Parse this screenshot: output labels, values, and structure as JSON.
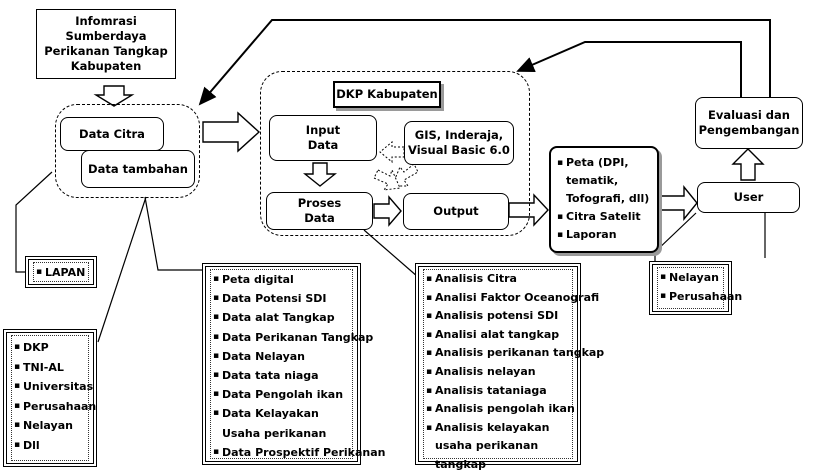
{
  "nodes": {
    "info_source": [
      "Infomrasi Sumberdaya",
      "Perikanan Tangkap",
      "Kabupaten"
    ],
    "data_citra": "Data Citra",
    "data_tambahan": "Data tambahan",
    "dkp_kabupaten": "DKP Kabupaten",
    "input_data": [
      "Input",
      "Data"
    ],
    "gis_tools": [
      "GIS, Inderaja,",
      "Visual Basic 6.0"
    ],
    "proses_data": [
      "Proses",
      "Data"
    ],
    "output": "Output",
    "peta_items": [
      "Peta (DPI, tematik, Tofografi, dll)",
      "Citra Satelit",
      "Laporan"
    ],
    "user": "User",
    "evaluasi": [
      "Evaluasi dan",
      "Pengembangan"
    ]
  },
  "lists": {
    "lapan": [
      "LAPAN"
    ],
    "sumber": [
      "DKP",
      "TNI-AL",
      "Universitas",
      "Perusahaan",
      "Nelayan",
      "Dll"
    ],
    "data_items": [
      "Peta digital",
      "Data Potensi SDI",
      "Data alat Tangkap",
      "Data Perikanan Tangkap",
      "Data Nelayan",
      "Data tata niaga",
      "Data Pengolah ikan",
      "Data Kelayakan Usaha perikanan",
      "Data Prospektif Perikanan"
    ],
    "analisis": [
      "Analisis Citra",
      "Analisi Faktor Oceanografi",
      "Analisis potensi SDI",
      "Analisi alat tangkap",
      "Analisis perikanan tangkap",
      "Analisis nelayan",
      "Analisis tataniaga",
      "Analisis pengolah ikan",
      "Analisis kelayakan usaha perikanan tangkap"
    ],
    "users": [
      "Nelayan",
      "Perusahaan"
    ]
  }
}
